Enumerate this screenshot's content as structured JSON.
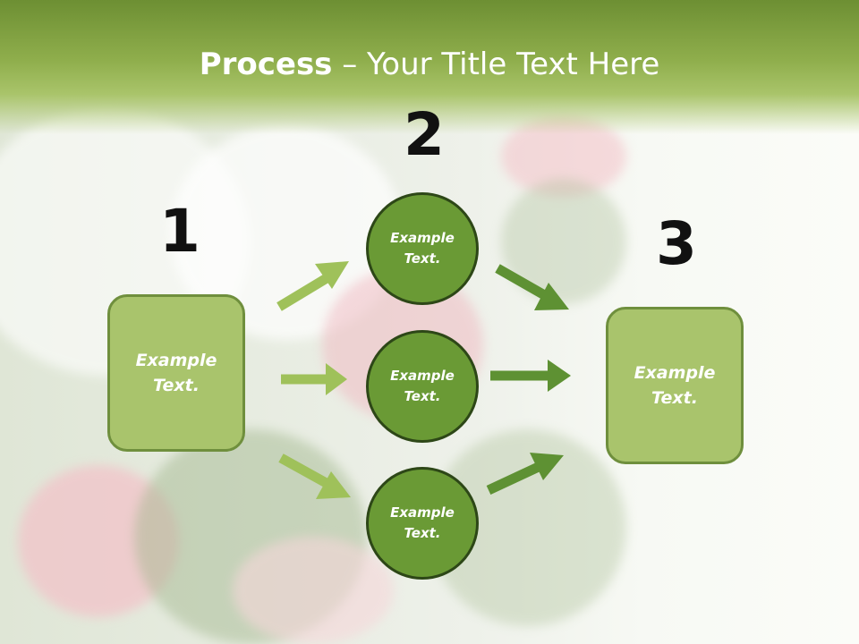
{
  "header": {
    "title_bold": "Process",
    "title_rest": " – Your Title Text Here"
  },
  "steps": {
    "one": "1",
    "two": "2",
    "three": "3"
  },
  "boxes": {
    "left": "Example Text.",
    "right": "Example Text."
  },
  "circles": {
    "top": "Example Text.",
    "middle": "Example Text.",
    "bottom": "Example Text."
  },
  "colors": {
    "header": "#8fae4c",
    "box": "#a9c46c",
    "circle": "#6a9a35",
    "arrow_light": "#9fc15a",
    "arrow_dark": "#5e9133"
  }
}
